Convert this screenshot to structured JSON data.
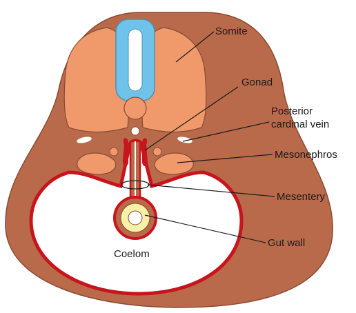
{
  "diagram": {
    "labels": {
      "somite": "Somite",
      "gonad": "Gonad",
      "posterior_cardinal_vein_line1": "Posterior",
      "posterior_cardinal_vein_line2": "cardinal vein",
      "mesonephros": "Mesonephros",
      "mesentery": "Mesentery",
      "gut_wall": "Gut wall",
      "coelom": "Coelom"
    },
    "colors": {
      "body_wall": "#b86a4a",
      "body_outline": "#8a4a34",
      "somite_fill": "#f09a6c",
      "neural_tube_fill": "#6fc3ea",
      "coelom_fill": "#ffffff",
      "coelom_lining": "#c8141c",
      "gut_yellow": "#f6f0a8",
      "vessel_white": "#ffffff"
    }
  }
}
